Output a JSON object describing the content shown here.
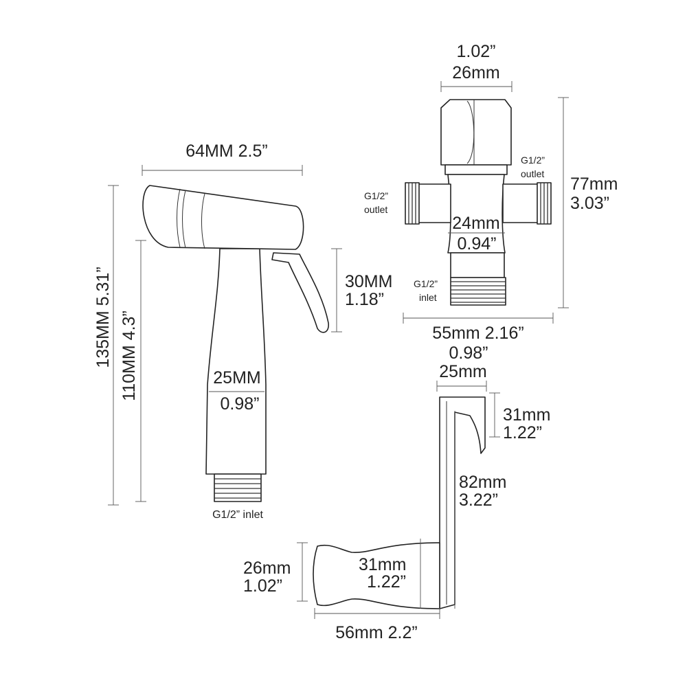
{
  "sprayer": {
    "width": "64MM 2.5”",
    "total_height": "135MM 5.31”",
    "body_height": "110MM 4.3”",
    "trigger_mm": "30MM",
    "trigger_in": "1.18”",
    "diameter_mm": "25MM",
    "diameter_in": "0.98”",
    "inlet_label": "G1/2” inlet"
  },
  "valve": {
    "top_in": "1.02”",
    "top_mm": "26mm",
    "height_mm": "77mm",
    "height_in": "3.03”",
    "outlet_right_1": "G1/2”",
    "outlet_right_2": "outlet",
    "outlet_left_1": "G1/2”",
    "outlet_left_2": "outlet",
    "body_mm": "24mm",
    "body_in": "0.94”",
    "inlet_1": "G1/2”",
    "inlet_2": "inlet",
    "width": "55mm 2.16”"
  },
  "holder": {
    "hook_width_in": "0.98”",
    "hook_width_mm": "25mm",
    "hook_mm": "31mm",
    "hook_in": "1.22”",
    "height_mm": "82mm",
    "height_in": "3.22”",
    "cradle_h_mm": "26mm",
    "cradle_h_in": "1.02”",
    "cradle_w_mm": "31mm",
    "cradle_w_in": "1.22”",
    "length": "56mm 2.2”"
  }
}
